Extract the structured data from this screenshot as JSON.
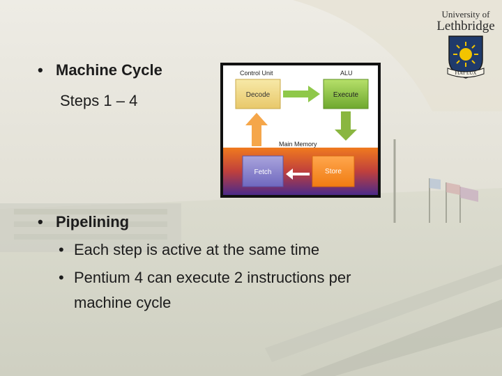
{
  "slide": {
    "bullet1": "Machine Cycle",
    "steps": "Steps 1 – 4",
    "bullet2": "Pipelining",
    "sub1": "Each step is active at the same time",
    "sub2a": "Pentium 4 can execute 2 instructions per",
    "sub2b": "machine cycle",
    "bullet_char": "•"
  },
  "logo": {
    "line1": "University of",
    "line2": "Lethbridge",
    "ribbon": "FIAT LUX"
  },
  "diagram": {
    "control_unit": "Control Unit",
    "alu": "ALU",
    "decode": "Decode",
    "execute": "Execute",
    "main_memory": "Main Memory",
    "fetch": "Fetch",
    "store": "Store"
  }
}
